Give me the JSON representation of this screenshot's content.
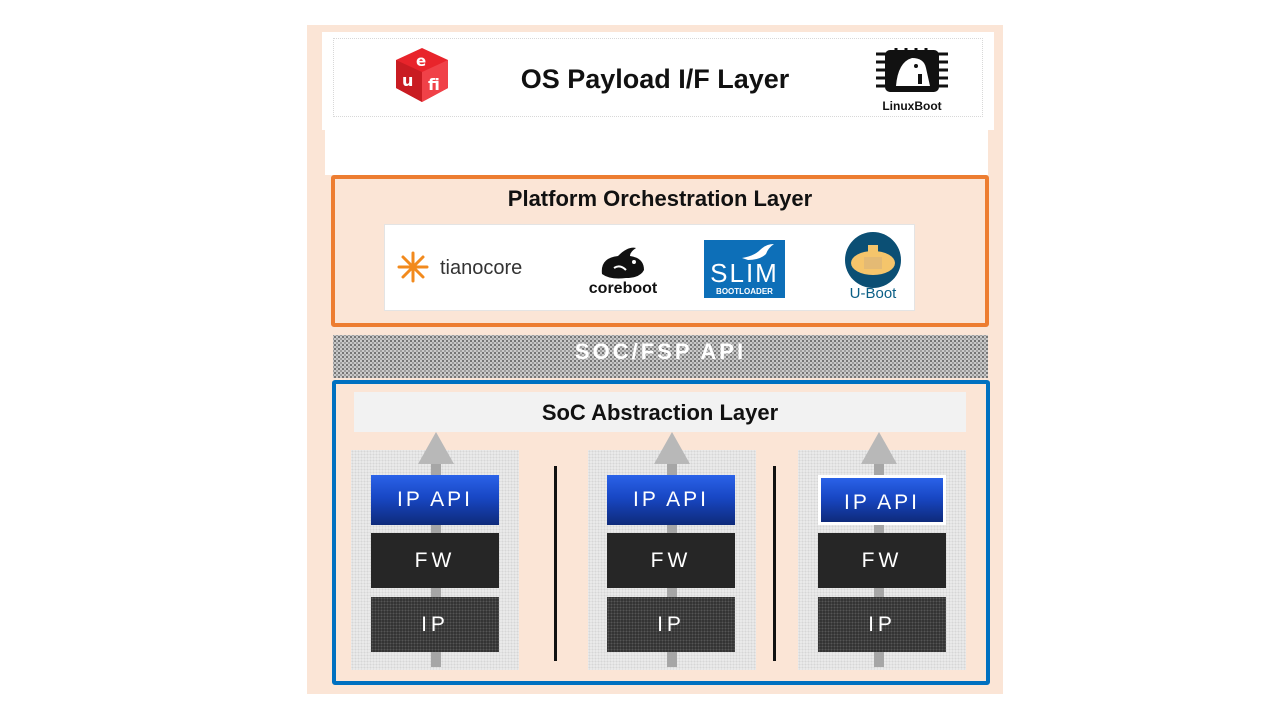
{
  "os_layer": {
    "title": "OS Payload I/F Layer",
    "linuxboot_label": "LinuxBoot",
    "uefi_icon": "uefi-logo-icon"
  },
  "platform_layer": {
    "title": "Platform Orchestration Layer",
    "firmwares": {
      "tianocore": "tianocore",
      "coreboot": "coreboot",
      "slim": "SLIM",
      "slim_sub": "BOOTLOADER",
      "uboot": "U-Boot"
    },
    "border_color": "#ed7d31"
  },
  "fsp_band": {
    "label": "SOC/FSP API"
  },
  "soc_layer": {
    "title": "SoC Abstraction Layer",
    "border_color": "#0070c0",
    "columns": [
      {
        "api": "IP API",
        "fw": "FW",
        "ip": "IP"
      },
      {
        "api": "IP API",
        "fw": "FW",
        "ip": "IP"
      },
      {
        "api": "IP API",
        "fw": "FW",
        "ip": "IP"
      }
    ]
  }
}
